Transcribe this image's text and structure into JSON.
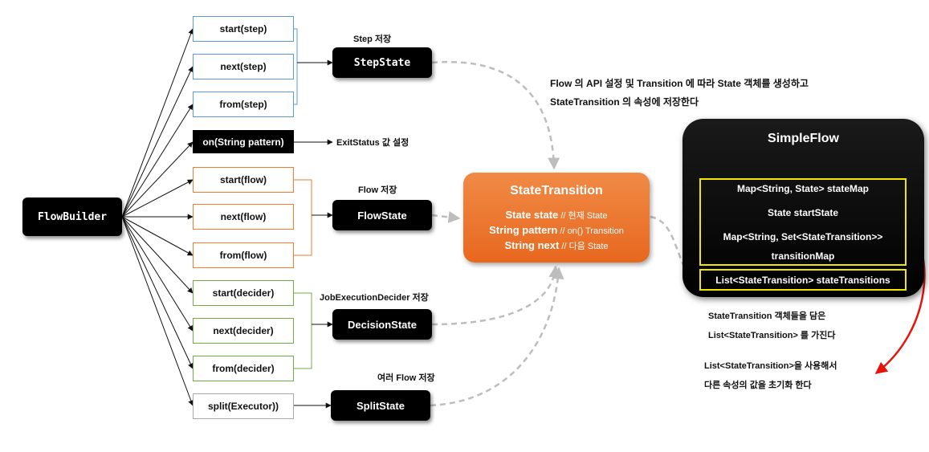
{
  "builder": {
    "label": "FlowBuilder"
  },
  "methods": [
    {
      "label": "start(step)"
    },
    {
      "label": "next(step)"
    },
    {
      "label": "from(step)"
    },
    {
      "label": "on(String pattern)"
    },
    {
      "label": "start(flow)"
    },
    {
      "label": "next(flow)"
    },
    {
      "label": "from(flow)"
    },
    {
      "label": "start(decider)"
    },
    {
      "label": "next(decider)"
    },
    {
      "label": "from(decider)"
    },
    {
      "label": "split(Executor))"
    }
  ],
  "states": {
    "step": {
      "label": "StepState",
      "note": "Step 저장"
    },
    "flow": {
      "label": "FlowState",
      "note": "Flow 저장"
    },
    "decision": {
      "label": "DecisionState",
      "note": "JobExecutionDecider 저장"
    },
    "split": {
      "label": "SplitState",
      "note": "여러 Flow 저장"
    }
  },
  "exit_status_note": "ExitStatus 값 설정",
  "state_transition": {
    "title": "StateTransition",
    "fields": [
      {
        "decl": "State state",
        "comment": " // 현재 State"
      },
      {
        "decl": "String pattern",
        "comment": " // on() Transition"
      },
      {
        "decl": "String next",
        "comment": " // 다음 State"
      }
    ]
  },
  "description": {
    "line1": "Flow 의 API 설정 및 Transition 에 따라 State 객체를 생성하고",
    "line2": "StateTransition 의 속성에 저장한다"
  },
  "simple_flow": {
    "title": "SimpleFlow",
    "state_map": "Map<String, State> stateMap",
    "start_state": "State startState",
    "transition_map_1": "Map<String, Set<StateTransition>>",
    "transition_map_2": "transitionMap",
    "state_transitions": "List<StateTransition> stateTransitions"
  },
  "notes": {
    "list_1": "StateTransition 객체들을 담은",
    "list_2": "List<StateTransition> 를 가진다",
    "init_1": "List<StateTransition>을 사용해서",
    "init_2": "다른 속성의 값을 초기화 한다"
  }
}
